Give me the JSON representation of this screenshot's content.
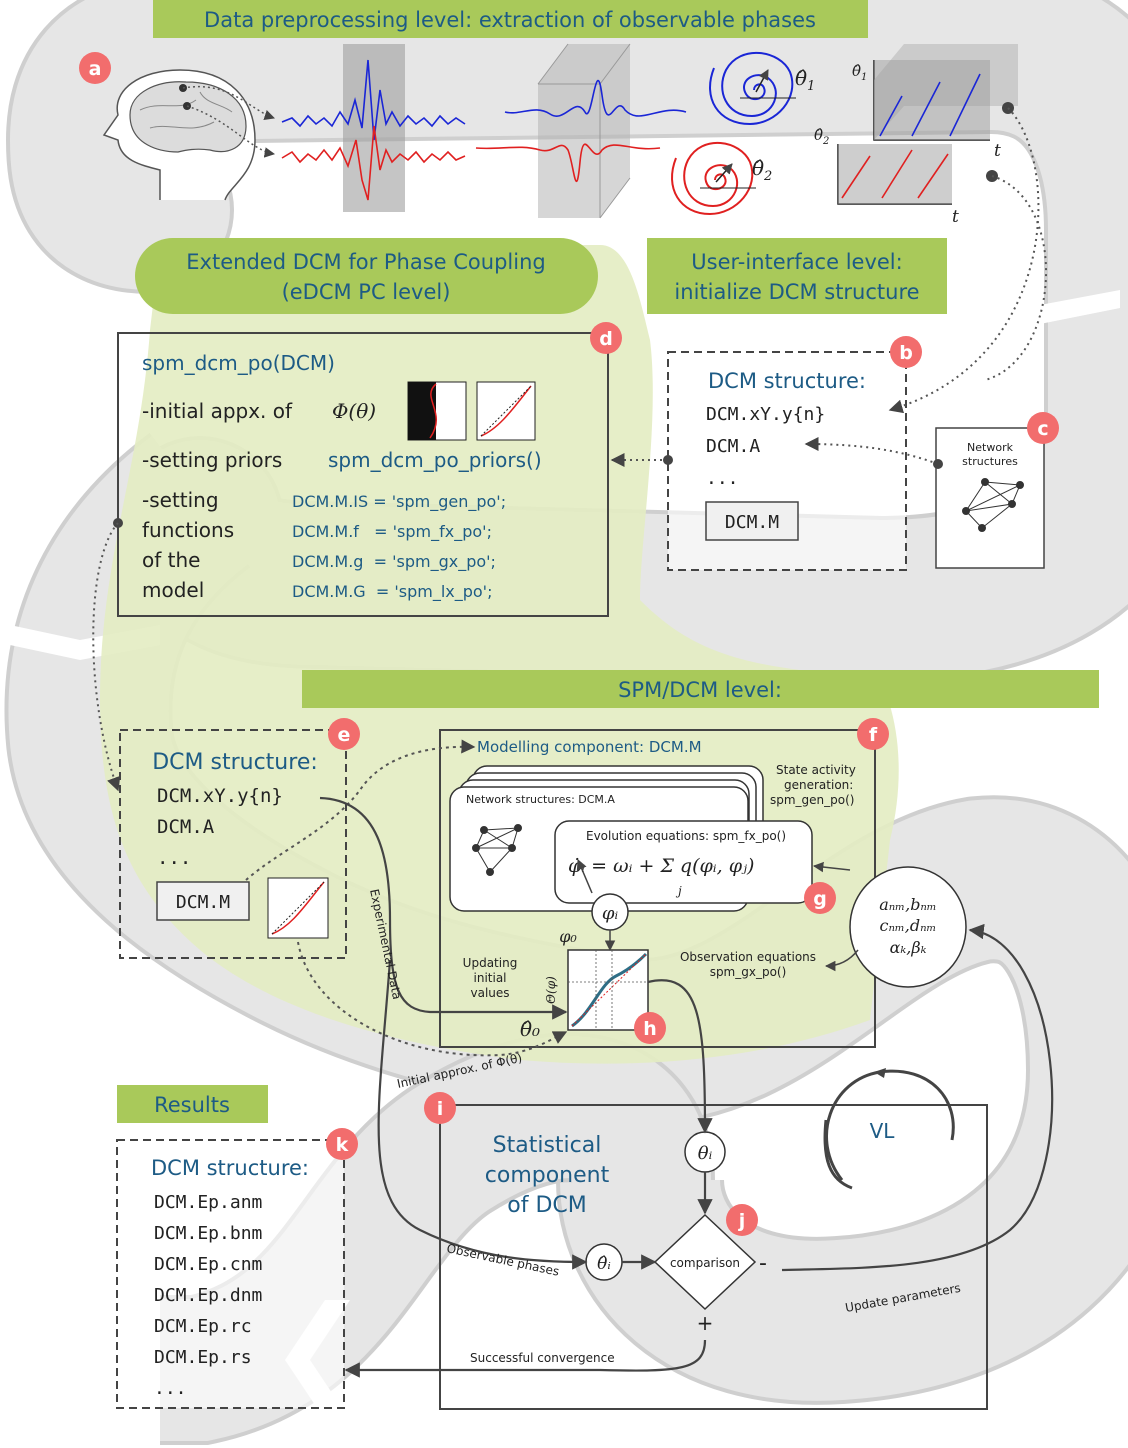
{
  "colors": {
    "road": "#e3e3e3",
    "road_edge": "#cfcfcf",
    "banner": "#a9c95a",
    "area": "#e4edc3",
    "teal_text": "#1d5b85",
    "badge": "#f26d6d",
    "signal_blue": "#1a26d6",
    "signal_red": "#e02020"
  },
  "banners": {
    "preprocessing": "Data preprocessing level: extraction of observable phases",
    "edcm_line1": "Extended DCM for Phase Coupling",
    "edcm_line2": "(eDCM PC level)",
    "ui_line1": "User-interface level:",
    "ui_line2": "initialize DCM structure",
    "spm": "SPM/DCM level:",
    "results": "Results"
  },
  "badges": [
    "a",
    "b",
    "c",
    "d",
    "e",
    "f",
    "g",
    "h",
    "i",
    "j",
    "k"
  ],
  "panel_a": {
    "theta1": "θ̂",
    "theta1_sub": "1",
    "theta2": "θ̂",
    "theta2_sub": "2",
    "t_label": "t"
  },
  "box_d": {
    "title": "spm_dcm_po(DCM)",
    "line1": "-initial appx. of",
    "phi": "Φ(θ)",
    "line2_label": "-setting priors",
    "line2_fn": "spm_dcm_po_priors()",
    "func_labels": [
      "-setting",
      "functions",
      "of the",
      "model"
    ],
    "func_defs": [
      "DCM.M.IS = 'spm_gen_po';",
      "DCM.M.f   = 'spm_fx_po';",
      "DCM.M.g  = 'spm_gx_po';",
      "DCM.M.G  = 'spm_lx_po';"
    ]
  },
  "box_b": {
    "title": "DCM structure:",
    "lines": [
      "DCM.xY.y{n}",
      "DCM.A",
      "..."
    ],
    "field": "DCM.M"
  },
  "box_c": {
    "label_line1": "Network",
    "label_line2": "structures"
  },
  "box_e": {
    "title": "DCM structure:",
    "lines": [
      "DCM.xY.y{n}",
      "DCM.A",
      "..."
    ],
    "field": "DCM.M"
  },
  "box_f": {
    "modelling": "Modelling component: DCM.M",
    "state_line1": "State activity",
    "state_line2": "generation:",
    "state_line3": "spm_gen_po()",
    "network": "Network structures: DCM.A",
    "evolution": "Evolution equations: spm_fx_po()",
    "equation": "φ̇ᵢ = ωᵢ + Σ q(φᵢ, φⱼ)",
    "sum_index": "j",
    "phi_i": "φᵢ",
    "phi_0": "φ₀",
    "theta_axis": "Θ(φ)",
    "updating_line1": "Updating",
    "updating_line2": "initial",
    "updating_line3": "values",
    "theta_0": "θ̂₀",
    "obs_line1": "Observation equations",
    "obs_line2": "spm_gx_po()"
  },
  "params": {
    "line1": "aₙₘ,bₙₘ",
    "line2": "cₙₘ,dₙₘ",
    "line3": "αₖ,βₖ"
  },
  "arrows": {
    "experimental_data": "Experimental Data",
    "initial_approx": "Initial approx. of Φ(θ)",
    "observable_phases": "Observable phases",
    "update_parameters": "Update parameters",
    "successful_convergence": "Successful convergence"
  },
  "box_i": {
    "line1": "Statistical",
    "line2": "component",
    "line3": "of DCM",
    "vl": "VL",
    "theta_i": "θᵢ",
    "theta_hat_i": "θ̂ᵢ",
    "comparison": "comparison",
    "minus": "-",
    "plus": "+"
  },
  "box_k": {
    "title": "DCM structure:",
    "lines": [
      "DCM.Ep.anm",
      "DCM.Ep.bnm",
      "DCM.Ep.cnm",
      "DCM.Ep.dnm",
      "DCM.Ep.rc",
      "DCM.Ep.rs",
      "..."
    ]
  }
}
